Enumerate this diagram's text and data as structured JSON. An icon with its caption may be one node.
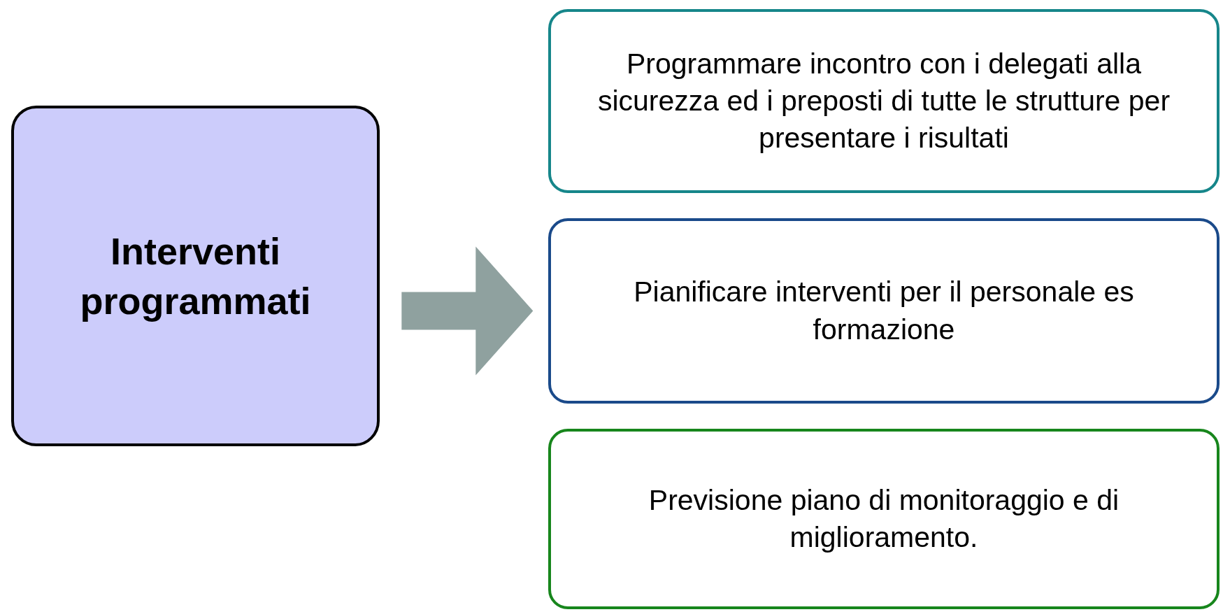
{
  "diagram": {
    "nodes": [
      {
        "text": [
          "Interventi programmati"
        ]
      },
      {
        "text": [
          "Programmare incontro con i delegati alla sicurezza ed i preposti di tutte le strutture per presentare i risultati"
        ]
      },
      {
        "text": [
          "Pianificare interventi per il personale es formazione"
        ]
      },
      {
        "text": [
          "Previsione piano di monitoraggio e di miglioramento."
        ]
      }
    ],
    "edges": [
      {
        "from": 0,
        "to": 2,
        "arrow": "to",
        "style": "thick"
      }
    ]
  }
}
